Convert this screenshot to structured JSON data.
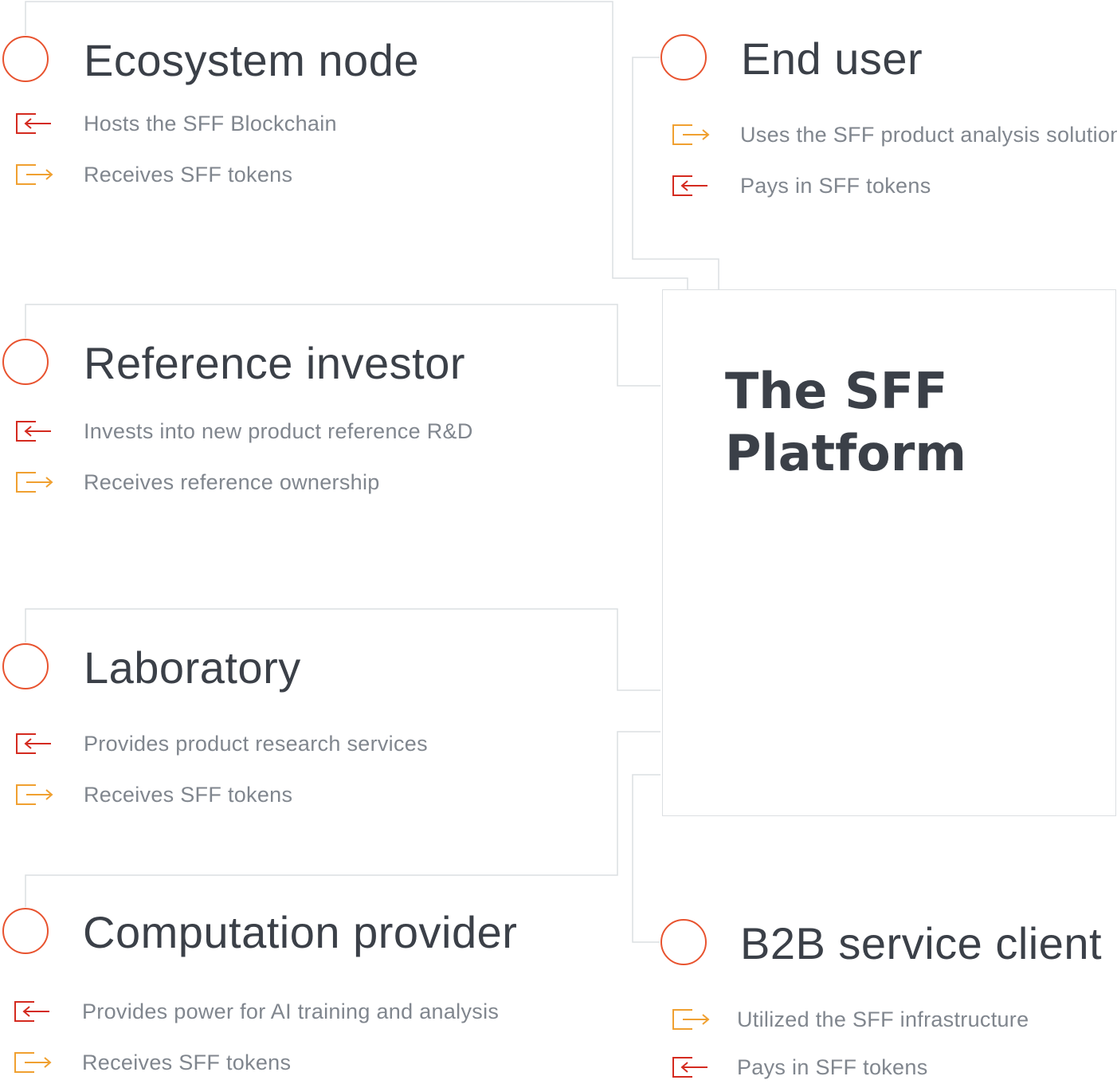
{
  "platform": {
    "title_line1": "The SFF",
    "title_line2": "Platform"
  },
  "legend_colors": {
    "incoming": "#d42a1f",
    "outgoing": "#f0a030",
    "circle": "#e8532f"
  },
  "actors": [
    {
      "title": "Ecosystem node",
      "rows": [
        {
          "direction": "in",
          "icon": "arrow-in-icon",
          "text": "Hosts the SFF Blockchain"
        },
        {
          "direction": "out",
          "icon": "arrow-out-icon",
          "text": "Receives SFF tokens"
        }
      ]
    },
    {
      "title": "End user",
      "rows": [
        {
          "direction": "out",
          "icon": "arrow-out-icon",
          "text": "Uses the SFF product analysis solution"
        },
        {
          "direction": "in",
          "icon": "arrow-in-icon",
          "text": "Pays in SFF tokens"
        }
      ]
    },
    {
      "title": "Reference investor",
      "rows": [
        {
          "direction": "in",
          "icon": "arrow-in-icon",
          "text": "Invests into new product reference R&D"
        },
        {
          "direction": "out",
          "icon": "arrow-out-icon",
          "text": "Receives reference ownership"
        }
      ]
    },
    {
      "title": "Laboratory",
      "rows": [
        {
          "direction": "in",
          "icon": "arrow-in-icon",
          "text": "Provides product research services"
        },
        {
          "direction": "out",
          "icon": "arrow-out-icon",
          "text": "Receives SFF tokens"
        }
      ]
    },
    {
      "title": "Computation provider",
      "rows": [
        {
          "direction": "in",
          "icon": "arrow-in-icon",
          "text": "Provides power for AI training and analysis"
        },
        {
          "direction": "out",
          "icon": "arrow-out-icon",
          "text": "Receives SFF tokens"
        }
      ]
    },
    {
      "title": "B2B service client",
      "rows": [
        {
          "direction": "out",
          "icon": "arrow-out-icon",
          "text": "Utilized the SFF infrastructure"
        },
        {
          "direction": "in",
          "icon": "arrow-in-icon",
          "text": "Pays in SFF tokens"
        }
      ]
    }
  ]
}
